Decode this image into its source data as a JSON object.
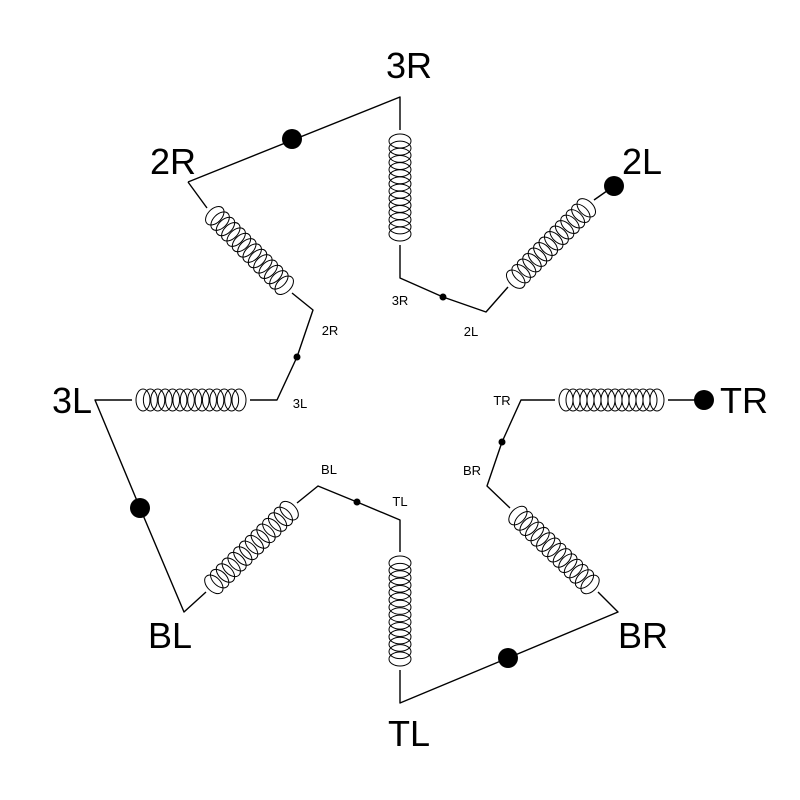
{
  "terminals": {
    "t_3R": "3R",
    "t_2R": "2R",
    "t_2L": "2L",
    "t_3L": "3L",
    "t_TR": "TR",
    "t_BL": "BL",
    "t_BR": "BR",
    "t_TL": "TL"
  },
  "inner_labels": {
    "i_3R": "3R",
    "i_2L": "2L",
    "i_2R": "2R",
    "i_3L": "3L",
    "i_TR": "TR",
    "i_BR": "BR",
    "i_BL": "BL",
    "i_TL": "TL"
  }
}
